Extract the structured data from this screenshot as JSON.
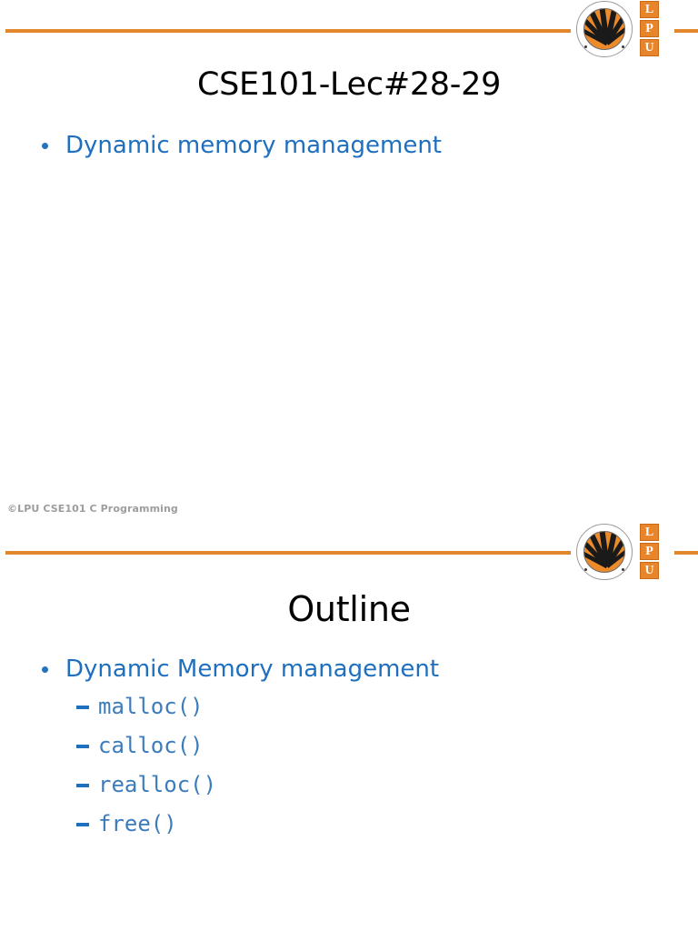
{
  "theme": {
    "accent_orange": "#E2872C",
    "logo_orange": "#E8842A",
    "body_blue": "#1F6FBF",
    "code_blue": "#3C7CBB",
    "title_black": "#000000",
    "footer_gray": "#9d9d9d",
    "background": "#ffffff"
  },
  "logo": {
    "seal_name": "lpu-seal-emblem",
    "letters": [
      "L",
      "P",
      "U"
    ]
  },
  "slides": [
    {
      "id": "slide-1",
      "title": "CSE101-Lec#28-29",
      "bullets": [
        {
          "level": 1,
          "text": "Dynamic memory management"
        }
      ],
      "footer": "©LPU CSE101 C Programming"
    },
    {
      "id": "slide-2",
      "title": "Outline",
      "bullets": [
        {
          "level": 1,
          "text": "Dynamic Memory management"
        },
        {
          "level": 2,
          "text": "malloc()"
        },
        {
          "level": 2,
          "text": "calloc()"
        },
        {
          "level": 2,
          "text": "realloc()"
        },
        {
          "level": 2,
          "text": "free()"
        }
      ],
      "footer": ""
    }
  ]
}
